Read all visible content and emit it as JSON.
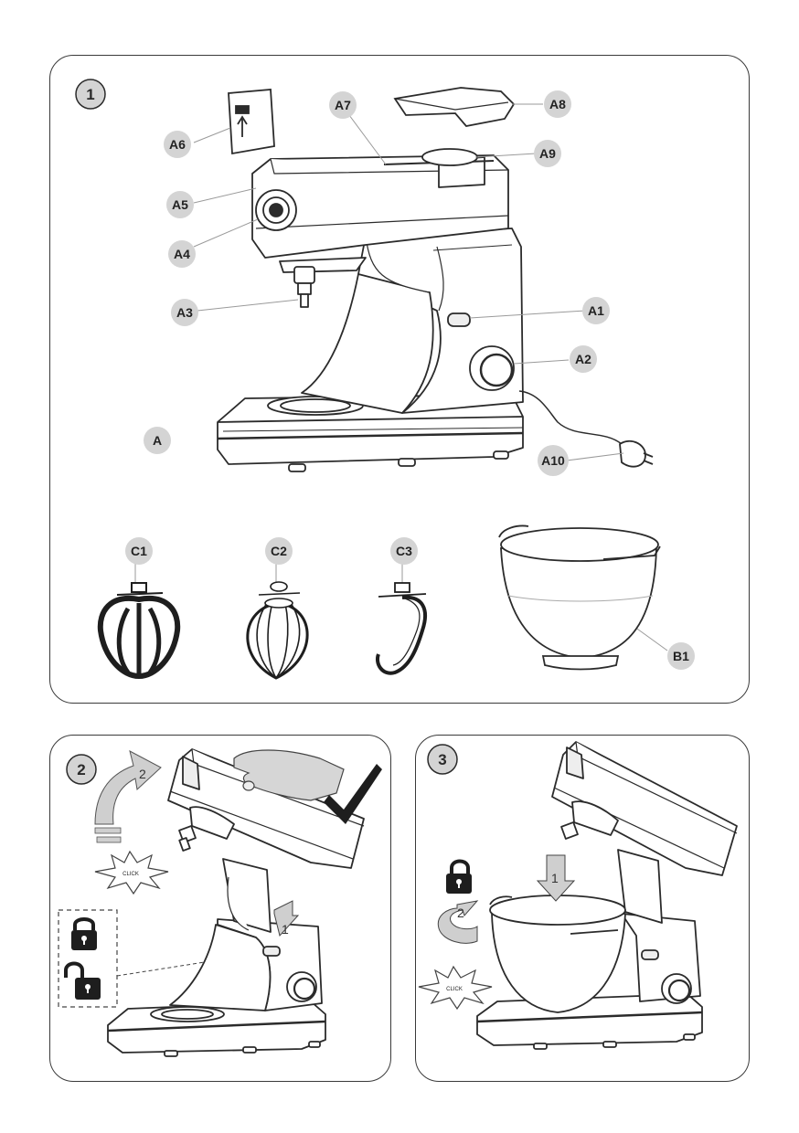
{
  "figure": {
    "step1": {
      "number": "1",
      "labels": {
        "A": "A",
        "A1": "A1",
        "A2": "A2",
        "A3": "A3",
        "A4": "A4",
        "A5": "A5",
        "A6": "A6",
        "A7": "A7",
        "A8": "A8",
        "A9": "A9",
        "A10": "A10",
        "B1": "B1",
        "C1": "C1",
        "C2": "C2",
        "C3": "C3"
      }
    },
    "step2": {
      "number": "2",
      "arrow_head": "2",
      "arrow_lever": "1",
      "click": "CLICK"
    },
    "step3": {
      "number": "3",
      "arrow_down": "1",
      "arrow_rotate": "2",
      "click": "CLICK"
    }
  },
  "colors": {
    "line": "#2b2b2b",
    "badge_fill": "#d4d4d4",
    "badge_border": "#d4d4d4",
    "arrow_fill": "#cfcfcf",
    "dark": "#1e1e1e"
  }
}
